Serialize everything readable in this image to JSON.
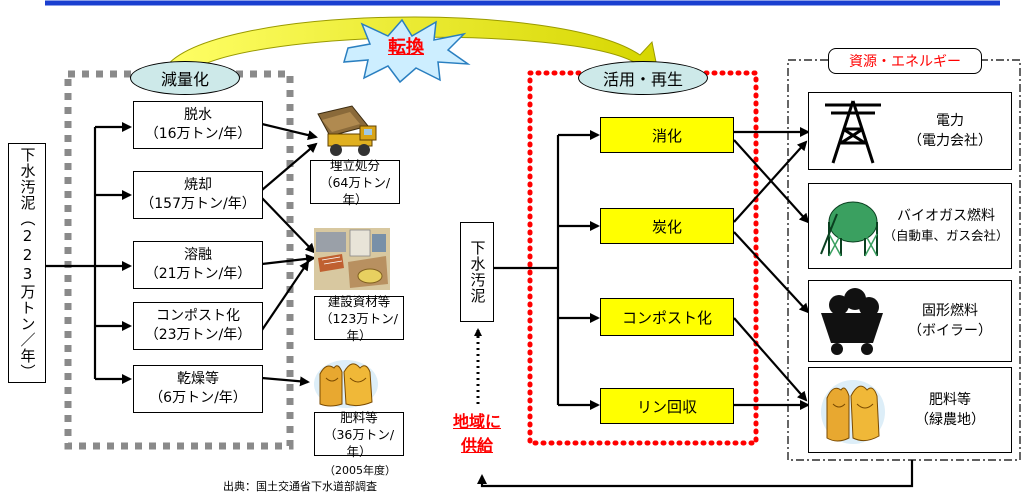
{
  "sludge_total": "下水汚泥（223万トン／年）",
  "sludge_local": "下水汚泥",
  "reduce": {
    "title": "減量化",
    "processes": [
      {
        "name": "脱水",
        "amount": "（16万トン/年）"
      },
      {
        "name": "焼却",
        "amount": "（157万トン/年）"
      },
      {
        "name": "溶融",
        "amount": "（21万トン/年）"
      },
      {
        "name": "コンポスト化",
        "amount": "（23万トン/年）"
      },
      {
        "name": "乾燥等",
        "amount": "（6万トン/年）"
      }
    ],
    "outputs": [
      {
        "name": "埋立処分",
        "amount": "（64万トン/年）",
        "icon": "dump-truck-icon"
      },
      {
        "name": "建設資材等",
        "amount": "（123万トン/年）",
        "icon": "construction-materials-icon"
      },
      {
        "name": "肥料等",
        "amount": "（36万トン/年）",
        "icon": "fertilizer-bags-icon"
      }
    ],
    "year": "（2005年度）",
    "source": "出典：国土交通省下水道部調査"
  },
  "transition": "転換",
  "utilize": {
    "title": "活用・再生",
    "processes": [
      "消化",
      "炭化",
      "コンポスト化",
      "リン回収"
    ]
  },
  "local_supply": "地域に供給",
  "resources": {
    "title": "資源・エネルギー",
    "items": [
      {
        "name": "電力",
        "sub": "（電力会社）",
        "icon": "power-tower-icon"
      },
      {
        "name": "バイオガス燃料",
        "sub": "（自動車、ガス会社）",
        "icon": "gas-tank-icon"
      },
      {
        "name": "固形燃料",
        "sub": "（ボイラー）",
        "icon": "coal-cart-icon"
      },
      {
        "name": "肥料等",
        "sub": "（緑農地）",
        "icon": "fertilizer-bags-icon"
      }
    ]
  },
  "colors": {
    "accent_blue": "#1a3fd0",
    "highlight_yellow": "#ffff00",
    "oval_fill": "#cde9e9",
    "red_text": "#ff0000",
    "dotted_gray": "#8a8a8a",
    "dotted_red": "#ff0000"
  }
}
